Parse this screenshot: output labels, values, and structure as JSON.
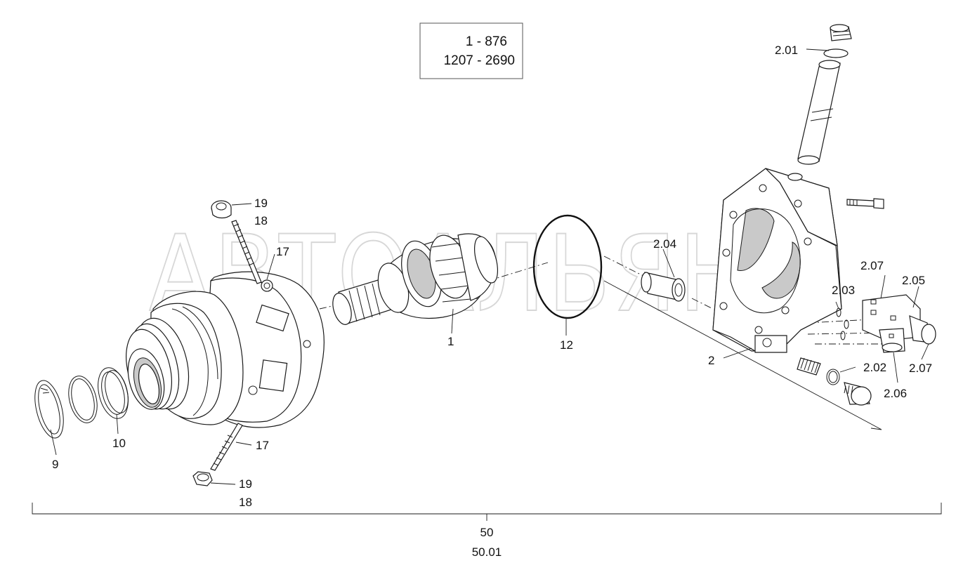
{
  "watermark": "АВТОАЛЬЯНС",
  "serial_range": {
    "line1": "1 - 876",
    "line2": "1207 - 2690"
  },
  "labels": {
    "l_2_01": "2.01",
    "l_19_top": "19",
    "l_18_top": "18",
    "l_17_top": "17",
    "l_2_04": "2.04",
    "l_2_07_top": "2.07",
    "l_2_05": "2.05",
    "l_2_03": "2.03",
    "l_1": "1",
    "l_12": "12",
    "l_2": "2",
    "l_2_02": "2.02",
    "l_2_07_bot": "2.07",
    "l_2_06": "2.06",
    "l_9": "9",
    "l_10": "10",
    "l_17_bot": "17",
    "l_19_bot": "19",
    "l_18_bot": "18",
    "l_50": "50",
    "l_50_01": "50.01"
  }
}
